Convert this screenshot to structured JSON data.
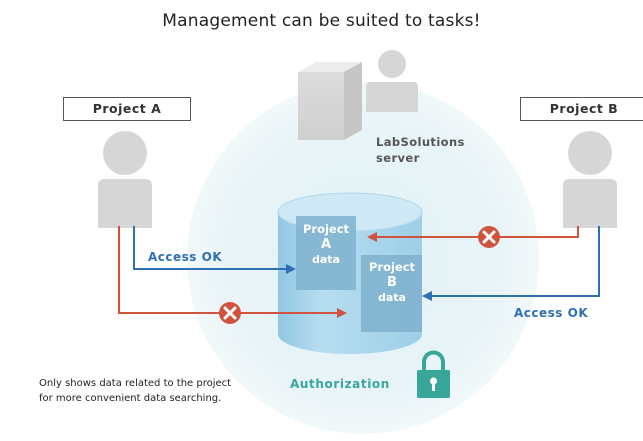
{
  "title": "Management can be suited to tasks!",
  "project_a": "Project A",
  "project_b": "Project B",
  "server": {
    "line1": "LabSolutions",
    "line2": "server"
  },
  "access_left": "Access OK",
  "access_right": "Access OK",
  "database": {
    "a": {
      "line1": "Project",
      "line2": "A",
      "line3": "data"
    },
    "b": {
      "line1": "Project",
      "line2": "B",
      "line3": "data"
    }
  },
  "authorization": "Authorization",
  "note": {
    "line1": "Only shows data related to the project",
    "line2": "for more convenient data searching."
  },
  "colors": {
    "allowed": "#2f6fb3",
    "denied": "#d0533d",
    "authorization": "#39a69a",
    "circle": "#e5f2f6",
    "cylinder": "#a9d4ec",
    "person": "#d6d6d6"
  },
  "icons": [
    "user-icon",
    "server-icon",
    "database-icon",
    "lock-icon",
    "denied-icon",
    "arrow-icon"
  ]
}
